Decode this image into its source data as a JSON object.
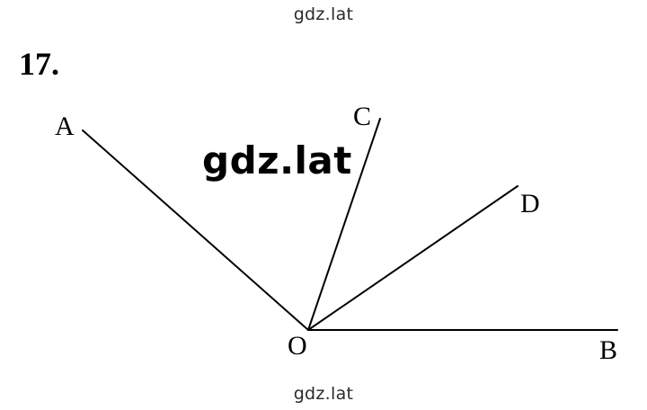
{
  "watermark": {
    "top": "gdz.lat",
    "center": "gdz.lat",
    "bottom": "gdz.lat"
  },
  "problem": {
    "number": "17."
  },
  "diagram": {
    "vertex": {
      "label": "O"
    },
    "rays": [
      {
        "id": "OA",
        "end_label": "A"
      },
      {
        "id": "OC",
        "end_label": "C"
      },
      {
        "id": "OD",
        "end_label": "D"
      },
      {
        "id": "OB",
        "end_label": "B"
      }
    ],
    "line_color": "#000000"
  }
}
